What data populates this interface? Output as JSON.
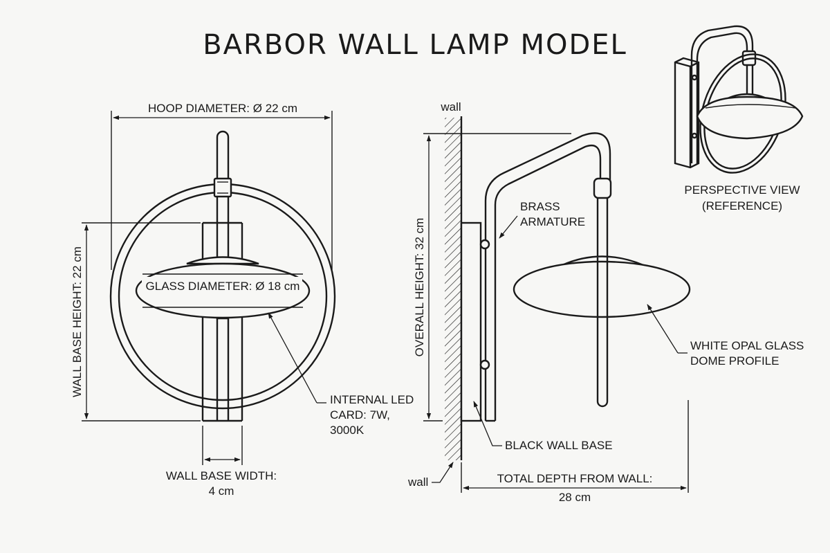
{
  "title": "BARBOR WALL LAMP MODEL",
  "front_view": {
    "hoop_diameter": "HOOP DIAMETER: Ø 22 cm",
    "glass_diameter": "GLASS DIAMETER: Ø 18 cm",
    "wall_base_height": "WALL BASE HEIGHT: 22 cm",
    "led_line1": "INTERNAL LED",
    "led_line2": "CARD: 7W,",
    "led_line3": "3000K",
    "base_width_line1": "WALL BASE WIDTH:",
    "base_width_line2": "4 cm"
  },
  "side_view": {
    "wall_top": "wall",
    "wall_bottom": "wall",
    "overall_height": "OVERALL HEIGHT: 32 cm",
    "armature_line1": "BRASS",
    "armature_line2": "ARMATURE",
    "glass_line1": "WHITE OPAL GLASS",
    "glass_line2": "DOME PROFILE",
    "base_label": "BLACK WALL BASE",
    "depth_line1": "TOTAL DEPTH FROM WALL:",
    "depth_line2": "28 cm"
  },
  "perspective": {
    "line1": "PERSPECTIVE VIEW",
    "line2": "(REFERENCE)"
  }
}
